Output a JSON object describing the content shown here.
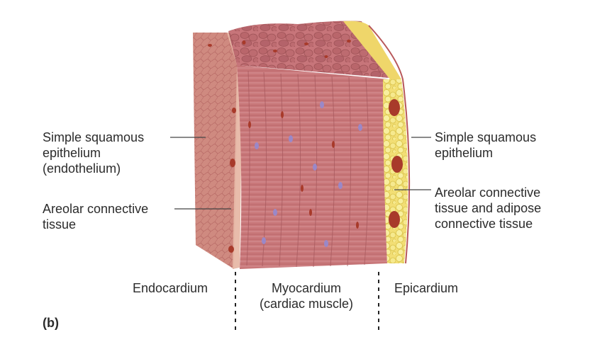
{
  "labels": {
    "left_top": [
      "Simple squamous",
      "epithelium",
      "(endothelium)"
    ],
    "left_bottom": [
      "Areolar connective",
      "tissue"
    ],
    "right_top": [
      "Simple squamous",
      "epithelium"
    ],
    "right_bottom": [
      "Areolar connective",
      "tissue and adipose",
      "connective tissue"
    ],
    "layer_endocardium": [
      "Endocardium"
    ],
    "layer_myocardium": [
      "Myocardium",
      "(cardiac muscle)"
    ],
    "layer_epicardium": [
      "Epicardium"
    ]
  },
  "panel_label": "(b)",
  "colors": {
    "muscle": "#c9787a",
    "muscle_dark": "#a85a5e",
    "top_face": "#c06a6e",
    "endothelium": "#e9b8a8",
    "fat": "#f3e58a",
    "fat_dark": "#d9c24a",
    "nucleus_red": "#a83a2a",
    "nucleus_purple": "#9a88c8"
  }
}
